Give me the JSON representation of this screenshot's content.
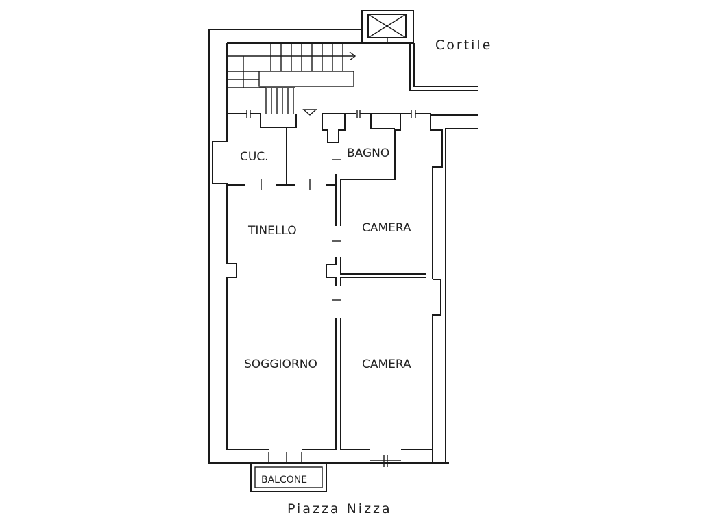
{
  "plan": {
    "outside": {
      "courtyard": "Cortile",
      "street": "Piazza Nizza"
    },
    "rooms": {
      "kitchen": "CUC.",
      "bathroom": "BAGNO",
      "dining": "TINELLO",
      "bedroom_upper": "CAMERA",
      "living": "SOGGIORNO",
      "bedroom_lower": "CAMERA",
      "balcony": "BALCONE"
    }
  }
}
